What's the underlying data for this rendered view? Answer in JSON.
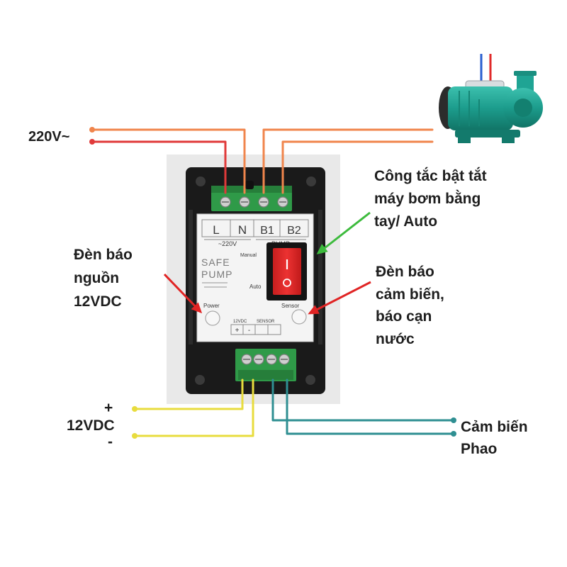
{
  "labels": {
    "mains": "220V~",
    "switch": [
      "Công tắc bật tắt",
      "máy bơm bằng",
      "tay/ Auto"
    ],
    "power_led": [
      "Đèn báo",
      "nguồn",
      "12VDC"
    ],
    "sensor_led": [
      "Đèn báo",
      "cảm biến,",
      "báo cạn",
      "nước"
    ],
    "dc_plus": "+",
    "dc": "12VDC",
    "dc_minus": "-",
    "float_sensor": [
      "Cảm biến",
      "Phao"
    ]
  },
  "device": {
    "terminals_top": [
      "L",
      "N",
      "B1",
      "B2"
    ],
    "mains_label": "~220V",
    "pump_label": "PUMP",
    "brand": [
      "SAFE",
      "PUMP"
    ],
    "manual": "Manual",
    "auto": "Auto",
    "power": "Power",
    "sensor": "Sensor",
    "dc_label": "12VDC",
    "sensor_label": "SENSOR",
    "polarity": [
      "+",
      "-"
    ]
  },
  "colors": {
    "wire_orange": "#f0854c",
    "wire_red": "#e03a3a",
    "wire_yellow": "#e8dc3e",
    "wire_teal": "#2f8f92",
    "arrow_green": "#3dbb3d",
    "arrow_red": "#e02424",
    "terminal_green": "#2f9a48",
    "pump_teal": "#1c9c8c"
  }
}
